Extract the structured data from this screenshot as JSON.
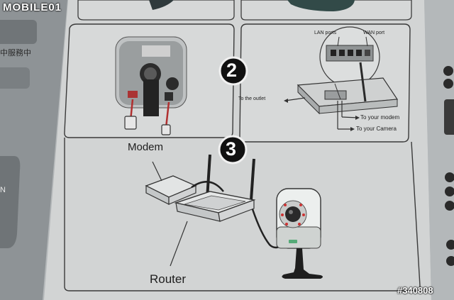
{
  "watermark": {
    "brand": "MOBILE01",
    "id": "#340808"
  },
  "left_page": {
    "label_cn": "中服務中",
    "label_n": "N"
  },
  "panel2": {
    "step": "2",
    "lan_ports": "LAN ports",
    "wan_port": "WAN port",
    "to_outlet": "To the outlet",
    "to_modem": "To your modem",
    "to_camera": "To your Camera"
  },
  "panel3": {
    "step": "3",
    "modem": "Modem",
    "router": "Router"
  }
}
